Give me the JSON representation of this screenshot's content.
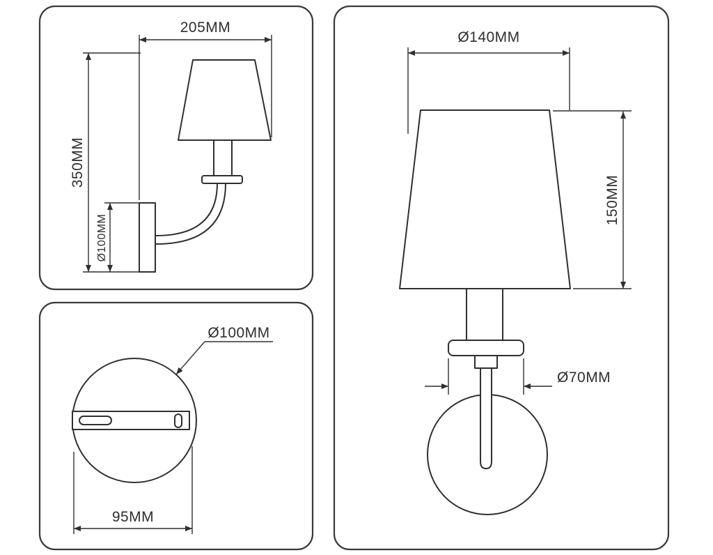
{
  "drawing": {
    "title": "wall-sconce-technical-drawing",
    "side_view": {
      "width": "205MM",
      "height": "350MM",
      "plate_height": "Ø100MM"
    },
    "back_view": {
      "diameter": "Ø100MM",
      "mount_width": "95MM"
    },
    "front_view": {
      "shade_diameter": "Ø140MM",
      "shade_height": "150MM",
      "stem_plate_diameter": "Ø70MM"
    }
  },
  "colors": {
    "line": "#2f2f2f",
    "panel_border": "#3a3a3a",
    "background": "#ffffff"
  }
}
